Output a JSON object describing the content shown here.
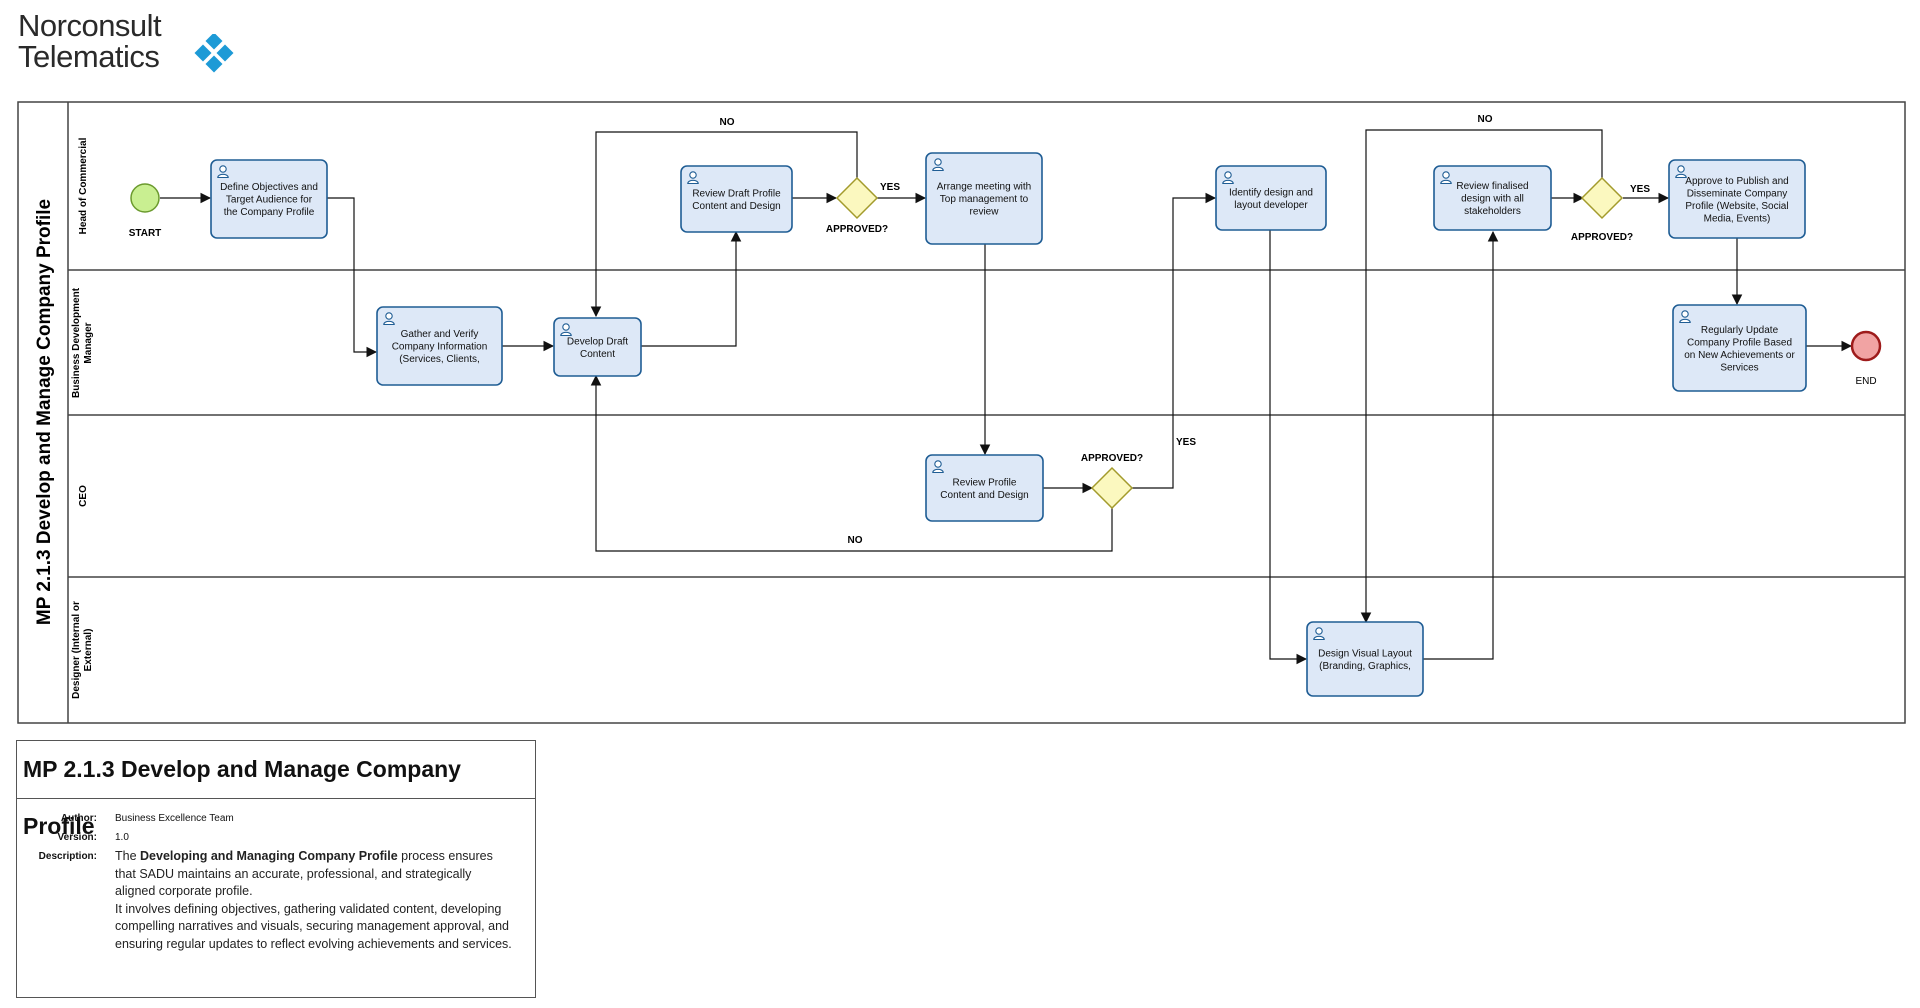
{
  "title": "MP 2.1.3 Develop and Manage Company Profile",
  "logo": {
    "line1": "Norconsult",
    "line2": "Telematics"
  },
  "lanes": [
    {
      "id": "hoc",
      "label": "Head of Commercial"
    },
    {
      "id": "bdm",
      "label": "Business Development Manager"
    },
    {
      "id": "ceo",
      "label": "CEO"
    },
    {
      "id": "des",
      "label": "Designer (Internal or External)"
    }
  ],
  "events": {
    "start": "START",
    "end": "END"
  },
  "tasks": [
    {
      "id": "t1",
      "lines": [
        "Define Objectives and",
        "Target Audience for",
        "the Company Profile"
      ]
    },
    {
      "id": "t2",
      "lines": [
        "Gather and Verify",
        "Company Information",
        "(Services, Clients,"
      ]
    },
    {
      "id": "t3",
      "lines": [
        "Develop Draft",
        "Content"
      ]
    },
    {
      "id": "t4",
      "lines": [
        "Review Draft Profile",
        "Content and Design"
      ]
    },
    {
      "id": "t5",
      "lines": [
        "Arrange meeting with",
        "Top management to",
        "review"
      ]
    },
    {
      "id": "t6",
      "lines": [
        "Review Profile",
        "Content and Design"
      ]
    },
    {
      "id": "t7",
      "lines": [
        "Identify design and",
        "layout developer"
      ]
    },
    {
      "id": "t8",
      "lines": [
        "Design Visual Layout",
        "(Branding, Graphics,"
      ]
    },
    {
      "id": "t9",
      "lines": [
        "Review finalised",
        "design with all",
        "stakeholders"
      ]
    },
    {
      "id": "t10",
      "lines": [
        "Approve to Publish and",
        "Disseminate Company",
        "Profile (Website, Social",
        "Media, Events)"
      ]
    },
    {
      "id": "t11",
      "lines": [
        "Regularly Update",
        "Company Profile Based",
        "on New Achievements or",
        "Services"
      ]
    }
  ],
  "gateways": {
    "g1": "APPROVED?",
    "g2": "APPROVED?",
    "g3": "APPROVED?"
  },
  "flow_labels": {
    "yes": "YES",
    "no": "NO"
  },
  "info": {
    "author_label": "Author:",
    "author": "Business Excellence Team",
    "version_label": "Version:",
    "version": "1.0",
    "description_label": "Description:",
    "desc_p1_pre": "The ",
    "desc_p1_bold": "Developing and Managing Company Profile",
    "desc_p1_post": " process ensures that SADU maintains an accurate, professional, and strategically aligned corporate profile.",
    "desc_p2": "It involves defining objectives, gathering validated content, developing compelling narratives and visuals, securing management approval, and ensuring regular updates to reflect evolving achievements and services."
  },
  "colors": {
    "task_fill": "#dde8f7",
    "task_stroke": "#1f5d94",
    "gateway_fill": "#fbf8bf",
    "gateway_stroke": "#a39b2c",
    "start_fill": "#c9ef91",
    "end_fill": "#f1a3a3",
    "logo_blue": "#1d9ad6"
  }
}
